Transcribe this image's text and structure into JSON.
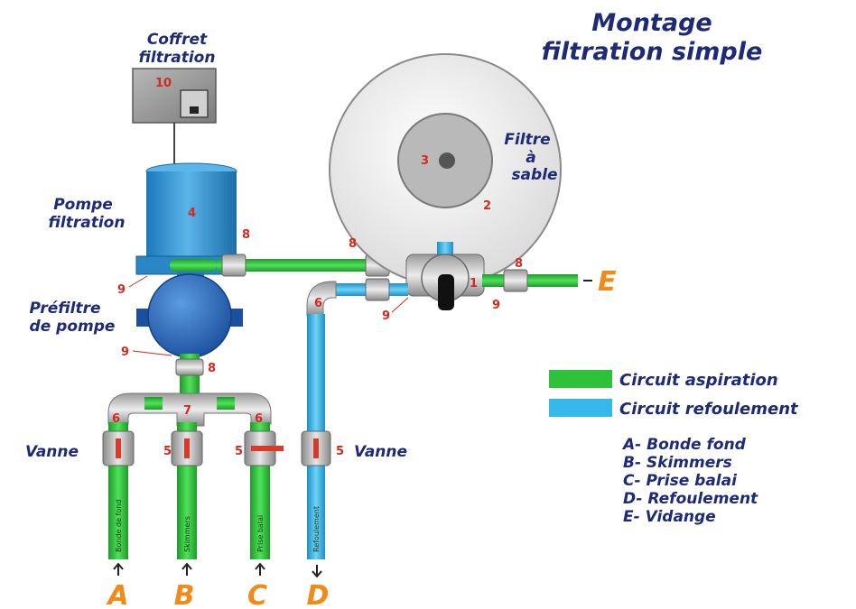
{
  "title_line1": "Montage",
  "title_line2": "filtration simple",
  "labels": {
    "coffret_line1": "Coffret",
    "coffret_line2": "filtration",
    "pompe_line1": "Pompe",
    "pompe_line2": "filtration",
    "prefiltre_line1": "Préfiltre",
    "prefiltre_line2": "de pompe",
    "filtre_line1": "Filtre",
    "filtre_line2": "à",
    "filtre_line3": "sable",
    "vanne_left": "Vanne",
    "vanne_right": "Vanne"
  },
  "part_numbers": {
    "n10": "10",
    "n4": "4",
    "n3": "3",
    "n2": "2",
    "n8a": "8",
    "n8b": "8",
    "n8c": "8",
    "n8d": "8",
    "n9a": "9",
    "n9b": "9",
    "n9c": "9",
    "n9d": "9",
    "n1": "1",
    "n6a": "6",
    "n6b": "6",
    "n6c": "6",
    "n7": "7",
    "n5a": "5",
    "n5b": "5",
    "n5c": "5"
  },
  "pipe_labels": {
    "a": "Bonde de fond",
    "b": "Skimmers",
    "c": "Prise balai",
    "d": "Refoulement"
  },
  "inlet_letters": {
    "a": "A",
    "b": "B",
    "c": "C",
    "d": "D",
    "e": "E"
  },
  "legend": {
    "aspiration": "Circuit aspiration",
    "refoulement": "Circuit refoulement",
    "items": [
      "A- Bonde fond",
      "B- Skimmers",
      "C- Prise balai",
      "D- Refoulement",
      "E- Vidange"
    ]
  },
  "colors": {
    "aspiration": "#2ec13a",
    "refoulement": "#35b9ea",
    "text_navy": "#1d2a78",
    "letters": "#f08a18",
    "numbers": "#d22a1e"
  }
}
